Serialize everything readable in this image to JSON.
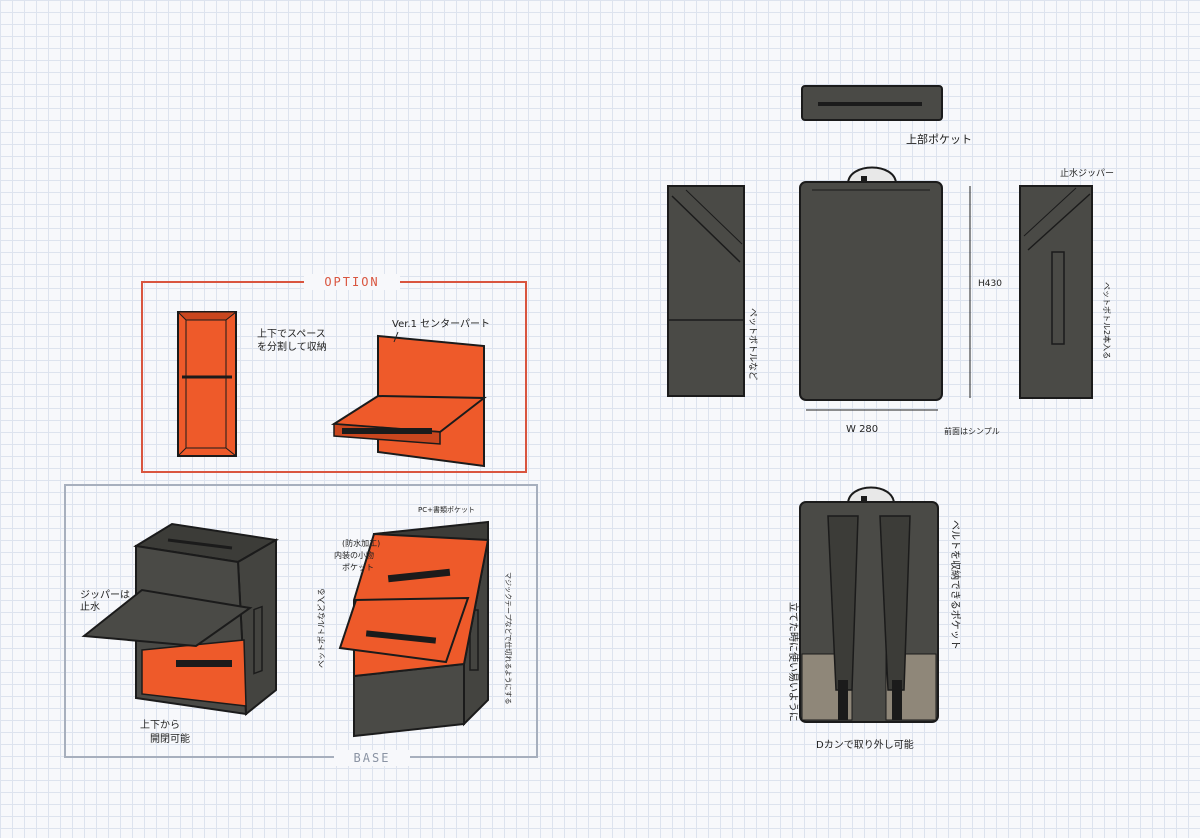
{
  "colors": {
    "bag": "#4a4a46",
    "bag_dark": "#3c3c38",
    "orange": "#ee5a2a",
    "outline": "#1b1b1b",
    "option_frame": "#d9553f",
    "base_frame": "#a7afbd",
    "tan": "#8f8779"
  },
  "option": {
    "title": "OPTION",
    "note_divider": "上下でスペース",
    "note_divider_2": "を分割して収納",
    "center_part": "Ver.1 センターパート"
  },
  "base": {
    "title": "BASE",
    "zipper_note_1": "ジッパーは",
    "zipper_note_2": "止水",
    "open_note_1": "上下から",
    "open_note_2": "開閉可能",
    "pc_pocket": "PC+書類ポケット",
    "inner_pocket_1": "(防水加工)",
    "inner_pocket_2": "内装の小物",
    "inner_pocket_3": "ポケット",
    "bottle_note": "ペットボトルなど入る",
    "zip_side_note": "マジックテープなどで仕切れるようにする"
  },
  "views": {
    "top_pocket": "上部ポケット",
    "left_side_note": "ペットボトルなど",
    "right_side_zip": "止水ジッパー",
    "right_side_note": "ペットボトル2本入る",
    "height": "H430",
    "width": "W 280",
    "front_note": "前面はシンプル",
    "back_note_right": "ベルトを収納できるポケット",
    "back_note_left": "立てた時に使い易いように",
    "back_note_bottom": "Dカンで取り外し可能"
  }
}
